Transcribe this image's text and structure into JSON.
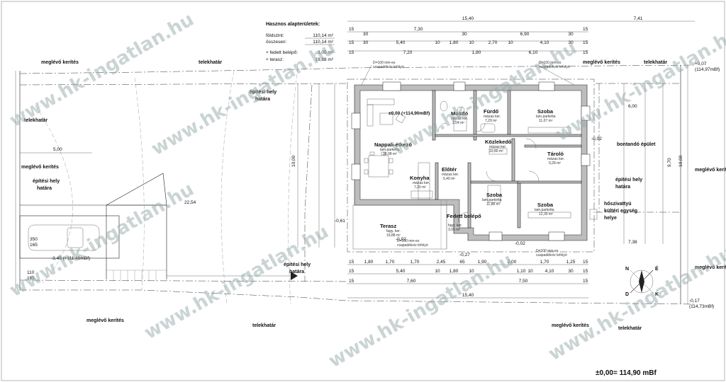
{
  "legend": {
    "title": "Hasznos alapterületek:",
    "rows": [
      {
        "label": "földszint:",
        "value": "110,14 m²"
      },
      {
        "label": "összesen:",
        "value": "110,14 m²"
      },
      {
        "label": "+ fedett belépő:",
        "value": "3,05 m²"
      },
      {
        "label": "+ terasz:",
        "value": "19,88 m²"
      }
    ]
  },
  "labels": {
    "existing_fence": "meglévő kerítés",
    "plot_boundary": "telekhatár",
    "building_zone": "építési hely",
    "boundary_word": "határa",
    "demolish": "bontandó épület",
    "heatpump_1": "hőszivattyú",
    "heatpump_2": "kültéri egység",
    "heatpump_3": "helye",
    "pipe_1": "D=100 mm-es",
    "pipe_2": "csapadékvíz lefolyó",
    "datum": "±0,00= 114,90 mBf",
    "level_main": "±0,00 (+114,90mBf)",
    "level_tr": "+0,07",
    "level_tr2": "(114,97mBf)",
    "level_br": "-0,17",
    "level_br2": "(114,73mBf)",
    "level_car": "-3,45 (+111,45mBf)",
    "level_terrace": "-0,02",
    "level_entry": "-0,27",
    "level_room": "-0,02",
    "level_right": "-0,02",
    "level_left": "-0,61"
  },
  "rooms": [
    {
      "name": "Nappali-étkező",
      "floor": "lam.parketta",
      "area": "30,08 m²"
    },
    {
      "name": "Konyha",
      "floor": "mázas ker.",
      "area": "7,20 m²"
    },
    {
      "name": "Előtér",
      "floor": "mázas ker.",
      "area": "5,40 m²"
    },
    {
      "name": "Mosdó",
      "floor": "mázas ker.",
      "area": "2,04 m²"
    },
    {
      "name": "Fürdő",
      "floor": "mázas ker.",
      "area": "7,29 m²"
    },
    {
      "name": "Közlekedő",
      "floor": "mázas ker.",
      "area": "10,80 m²"
    },
    {
      "name": "Szoba",
      "floor": "lam.parketta",
      "area": "11,07 m²"
    },
    {
      "name": "Tároló",
      "floor": "mázas ker.",
      "area": "9,28 m²"
    },
    {
      "name": "Szoba",
      "floor": "lam.parketta",
      "area": "11,88 m²"
    },
    {
      "name": "Szoba",
      "floor": "lam.parketta",
      "area": "12,30 m²"
    },
    {
      "name": "Terasz",
      "floor": "fagy. ker.",
      "area": "19,88 m²"
    },
    {
      "name": "Fedett belépő",
      "floor": "fagy. ker.",
      "area": "3,05 m²"
    }
  ],
  "dims_top": {
    "total": "15,40",
    "right": "7,41",
    "row1": [
      "15",
      "30",
      "7,30",
      "30",
      "6,90",
      "30",
      "15"
    ],
    "row2": [
      "15",
      "30",
      "5,40",
      "10",
      "1,80",
      "10",
      "2,70",
      "10",
      "4,10",
      "30",
      "15"
    ],
    "row3": [
      "15",
      "7,20",
      "1,80",
      "6,10",
      "15"
    ]
  },
  "dims_bottom": {
    "total": "15,40",
    "row1": [
      "15",
      "1,80",
      "1,70",
      "1,70",
      "2,45",
      "65",
      "1,90",
      "2,00",
      "1,70",
      "1,25",
      "15"
    ],
    "row2": [
      "15",
      "5,40",
      "10",
      "1,80",
      "10",
      "1,10",
      "10",
      "4,10",
      "30",
      "15"
    ],
    "row3": [
      "15",
      "7,60",
      "7,50",
      "15"
    ]
  },
  "dims_side": {
    "main": "10,00",
    "left_plot": "22,54",
    "setback": "5,00",
    "right_a": "6,00",
    "right_b": "7,38",
    "right_c": "9,70",
    "right_d": "10,00",
    "car_a": "350",
    "car_b": "165",
    "car_c": "110",
    "car_d": "165"
  },
  "watermark": "www.hk-ingatlan.hu",
  "compass": {
    "n": "N",
    "e": "É",
    "s": "D",
    "w": "K"
  }
}
